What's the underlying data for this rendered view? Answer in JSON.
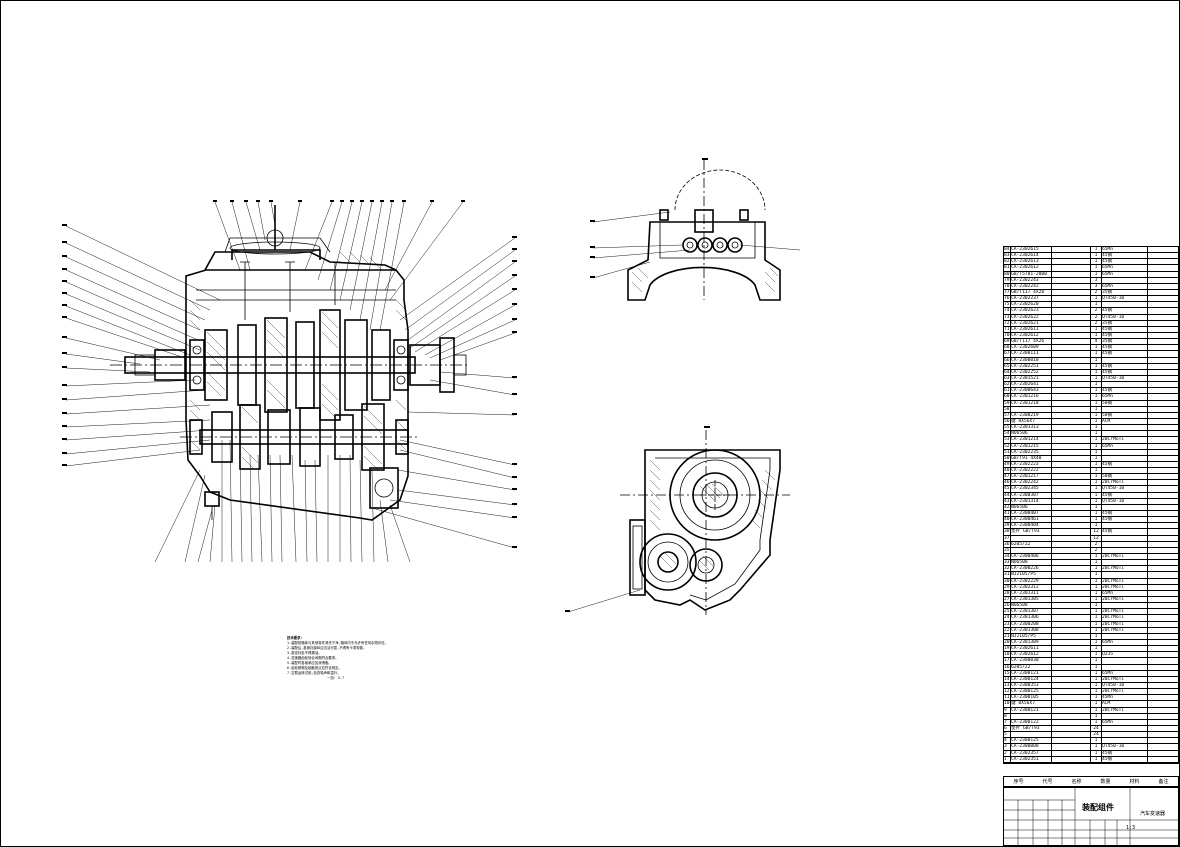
{
  "drawing": {
    "title": "装配组件",
    "organization": "汽车变速器",
    "scale": "1:3"
  },
  "technical_requirements": {
    "heading": "技术要求:",
    "lines": [
      "1.装配前箱体与其他零件清洗干净,箱体内不允许有任何杂物存在。",
      "2.装配后,各换挡操纵应灵活可靠,不得有卡滞现象。",
      "3.各密封处不得漏油。",
      "4.变速器齿轮啮合间隙符合要求。",
      "5.装配时各轴承应加润滑脂。",
      "6.齿轮侧隙及接触斑点应符合规定。",
      "7.空载运转试验,检查噪声和温升。"
    ],
    "ratio_label": "一挡: 5.7"
  },
  "bom_header": [
    "序号",
    "代号",
    "名称",
    "数量",
    "材料",
    "备注"
  ],
  "bom": [
    [
      "84",
      "CA-2302615",
      "",
      "1",
      "65Mn",
      ""
    ],
    [
      "83",
      "CA-2302614",
      "",
      "1",
      "45钢",
      ""
    ],
    [
      "82",
      "CA-2302613",
      "",
      "1",
      "45钢",
      ""
    ],
    [
      "81",
      "CA-2302612",
      "",
      "1",
      "65Mn",
      ""
    ],
    [
      "80",
      "GB/T5781-2000",
      "",
      "1",
      "65Mn",
      ""
    ],
    [
      "79",
      "CA-2302243",
      "",
      "3",
      "",
      ""
    ],
    [
      "78",
      "CA-2302242",
      "",
      "3",
      "65Mn",
      ""
    ],
    [
      "77",
      "GB/T117 4X28",
      "",
      "2",
      "35钢",
      ""
    ],
    [
      "76",
      "CA-2302237",
      "",
      "1",
      "QT450-10",
      ""
    ],
    [
      "75",
      "CA-2302620",
      "",
      "1",
      "",
      ""
    ],
    [
      "74",
      "CA-2302623",
      "",
      "2",
      "45钢",
      ""
    ],
    [
      "73",
      "CA-2302622",
      "",
      "2",
      "QT450-10",
      ""
    ],
    [
      "72",
      "CA-2302621",
      "",
      "2",
      "35钢",
      ""
    ],
    [
      "71",
      "CA-2302611",
      "",
      "1",
      "45钢",
      ""
    ],
    [
      "70",
      "CA-2302612",
      "",
      "1",
      "45钢",
      ""
    ],
    [
      "69",
      "GB/T117 4X26",
      "",
      "4",
      "35钢",
      ""
    ],
    [
      "68",
      "CA-2302609",
      "",
      "1",
      "45钢",
      ""
    ],
    [
      "67",
      "CA-2300111",
      "",
      "1",
      "45钢",
      ""
    ],
    [
      "66",
      "CA-2300010",
      "",
      "1",
      "",
      ""
    ],
    [
      "65",
      "CA-2302251",
      "",
      "1",
      "45钢",
      ""
    ],
    [
      "64",
      "CA-2302252",
      "",
      "1",
      "45钢",
      ""
    ],
    [
      "63",
      "CA-2301521",
      "",
      "1",
      "QT450-10",
      ""
    ],
    [
      "62",
      "CA-2302641",
      "",
      "1",
      "",
      ""
    ],
    [
      "61",
      "CA-2300643",
      "",
      "1",
      "45钢",
      ""
    ],
    [
      "60",
      "CA-2301216",
      "",
      "1",
      "65Mn",
      ""
    ],
    [
      "59",
      "CA-2301218",
      "",
      "1",
      "50钢",
      ""
    ],
    [
      "58",
      "",
      "",
      "1",
      "",
      ""
    ],
    [
      "57",
      "CA-2300219",
      "",
      "1",
      "50钢",
      ""
    ],
    [
      "56",
      "键 8X56X7",
      "",
      "1",
      "ACM",
      ""
    ],
    [
      "55",
      "CA-2301313",
      "",
      "1",
      "",
      ""
    ],
    [
      "54",
      "NU6506",
      "",
      "1",
      "",
      ""
    ],
    [
      "53",
      "CA-2301214",
      "",
      "1",
      "20CrMoTi",
      ""
    ],
    [
      "52",
      "CA-2301215",
      "",
      "1",
      "65Mn",
      ""
    ],
    [
      "51",
      "CA-2302235",
      "",
      "1",
      "",
      ""
    ],
    [
      "50",
      "GB/T91 4X40",
      "",
      "1",
      "",
      ""
    ],
    [
      "49",
      "CA-2302223",
      "",
      "1",
      "45钢",
      ""
    ],
    [
      "48",
      "CA-2302222",
      "",
      "1",
      "",
      ""
    ],
    [
      "47",
      "CA-2301217",
      "",
      "1",
      "50钢",
      ""
    ],
    [
      "46",
      "CA-2302242",
      "",
      "1",
      "20CrMoTi",
      ""
    ],
    [
      "45",
      "CA-2302345",
      "",
      "1",
      "QT450-10",
      ""
    ],
    [
      "44",
      "CA-2300387",
      "",
      "1",
      "45钢",
      ""
    ],
    [
      "43",
      "CA-2301314",
      "",
      "1",
      "QT450-10",
      ""
    ],
    [
      "42",
      "NU6506",
      "",
      "1",
      "",
      ""
    ],
    [
      "41",
      "CA-2300407",
      "",
      "1",
      "45钢",
      ""
    ],
    [
      "40",
      "CA-2300461",
      "",
      "1",
      "45钢",
      ""
    ],
    [
      "39",
      "CA-2300404",
      "",
      "1",
      "",
      ""
    ],
    [
      "38",
      "垫片 GB/T93",
      "",
      "12",
      "45钢",
      ""
    ],
    [
      "37",
      "",
      "",
      "12",
      "",
      ""
    ],
    [
      "36",
      "6205/Z2",
      "",
      "2",
      "",
      ""
    ],
    [
      "35",
      "",
      "",
      "2",
      "",
      ""
    ],
    [
      "34",
      "CA-2300406",
      "",
      "1",
      "20CrMoTi",
      ""
    ],
    [
      "33",
      "NU6508",
      "",
      "1",
      "",
      ""
    ],
    [
      "32",
      "CA-2300226",
      "",
      "1",
      "20CrMoTi",
      ""
    ],
    [
      "31",
      "NJ2105/P5",
      "",
      "1",
      "",
      ""
    ],
    [
      "30",
      "CA-2302229",
      "",
      "1",
      "20CrMoTi",
      ""
    ],
    [
      "29",
      "CA-2302312",
      "",
      "1",
      "20CrMoTi",
      ""
    ],
    [
      "28",
      "CA-2301311",
      "",
      "1",
      "65Mn",
      ""
    ],
    [
      "27",
      "CA-2301305",
      "",
      "1",
      "20CrMoTi",
      ""
    ],
    [
      "26",
      "NU6508",
      "",
      "1",
      "",
      ""
    ],
    [
      "25",
      "CA-2301307",
      "",
      "1",
      "20CrMoTi",
      ""
    ],
    [
      "24",
      "CA-2301306",
      "",
      "1",
      "20CrMoTi",
      ""
    ],
    [
      "23",
      "CA-2300208",
      "",
      "1",
      "20CrMoTi",
      ""
    ],
    [
      "22",
      "CA-2301308",
      "",
      "1",
      "20CrMoTi",
      ""
    ],
    [
      "21",
      "NJ2105/P5",
      "",
      "1",
      "",
      ""
    ],
    [
      "20",
      "CA-2301309",
      "",
      "1",
      "65Mn",
      ""
    ],
    [
      "19",
      "CA-2302611",
      "",
      "1",
      "",
      ""
    ],
    [
      "18",
      "CA-2302612",
      "",
      "1",
      "Q235",
      ""
    ],
    [
      "17",
      "CA-2300030",
      "",
      "1",
      "",
      ""
    ],
    [
      "16",
      "6205/Z2",
      "",
      "1",
      "",
      ""
    ],
    [
      "15",
      "CA-2300121",
      "",
      "1",
      "65Mn",
      ""
    ],
    [
      "14",
      "CA-2300124",
      "",
      "1",
      "20CrMoTi",
      ""
    ],
    [
      "13",
      "CA-2300353",
      "",
      "1",
      "QT450-10",
      ""
    ],
    [
      "12",
      "CA-2300125",
      "",
      "1",
      "20CrMoTi",
      ""
    ],
    [
      "11",
      "CA-2300105",
      "",
      "1",
      "45Mn",
      ""
    ],
    [
      "10",
      "键 8X56X7",
      "",
      "1",
      "ACM",
      ""
    ],
    [
      "9",
      "CA-2300121",
      "",
      "1",
      "20CrMoTi",
      ""
    ],
    [
      "8",
      "",
      "",
      "1",
      "",
      ""
    ],
    [
      "7",
      "CA-2300122",
      "",
      "1",
      "65Mn",
      ""
    ],
    [
      "6",
      "垫片 GB/T93",
      "",
      "24",
      "",
      ""
    ],
    [
      "5",
      "",
      "",
      "24",
      "",
      ""
    ],
    [
      "4",
      "CA-2300125",
      "",
      "1",
      "",
      ""
    ],
    [
      "3",
      "CA-2300008",
      "",
      "1",
      "QT450-10",
      ""
    ],
    [
      "2",
      "CA-2302357",
      "",
      "1",
      "45钢",
      ""
    ],
    [
      "1",
      "CA-2302351",
      "",
      "1",
      "45钢",
      ""
    ]
  ]
}
